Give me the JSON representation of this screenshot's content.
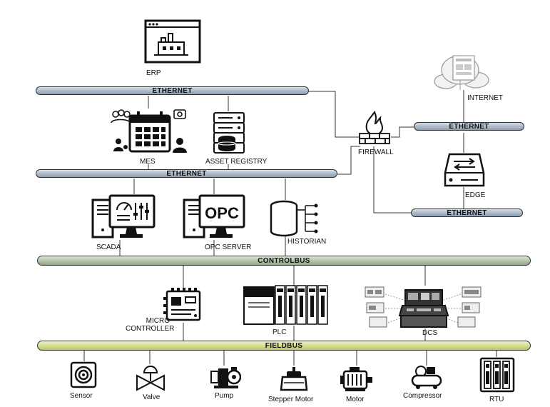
{
  "buses": {
    "ethernet_top": "ETHERNET",
    "ethernet_mid": "ETHERNET",
    "ethernet_internet": "ETHERNET",
    "ethernet_edge": "ETHERNET",
    "controlbus": "CONTROLBUS",
    "fieldbus": "FIELDBUS"
  },
  "nodes": {
    "erp": "ERP",
    "internet": "INTERNET",
    "firewall": "FIREWALL",
    "edge": "EDGE",
    "mes": "MES",
    "asset_registry": "ASSET REGISTRY",
    "scada": "SCADA",
    "opc_server": "OPC SERVER",
    "opc_screen_text": "OPC",
    "historian": "HISTORIAN",
    "micro_controller_line1": "MICRO",
    "micro_controller_line2": "CONTROLLER",
    "plc": "PLC",
    "dcs": "DCS"
  },
  "field_devices": {
    "sensor": "Sensor",
    "valve": "Valve",
    "pump": "Pump",
    "stepper_motor": "Stepper Motor",
    "motor": "Motor",
    "compressor": "Compressor",
    "rtu": "RTU"
  },
  "colors": {
    "ethernet_bus": "#aab8c8",
    "controlbus": "#b1c2a6",
    "fieldbus": "#d5dc8e",
    "line": "#333333"
  }
}
